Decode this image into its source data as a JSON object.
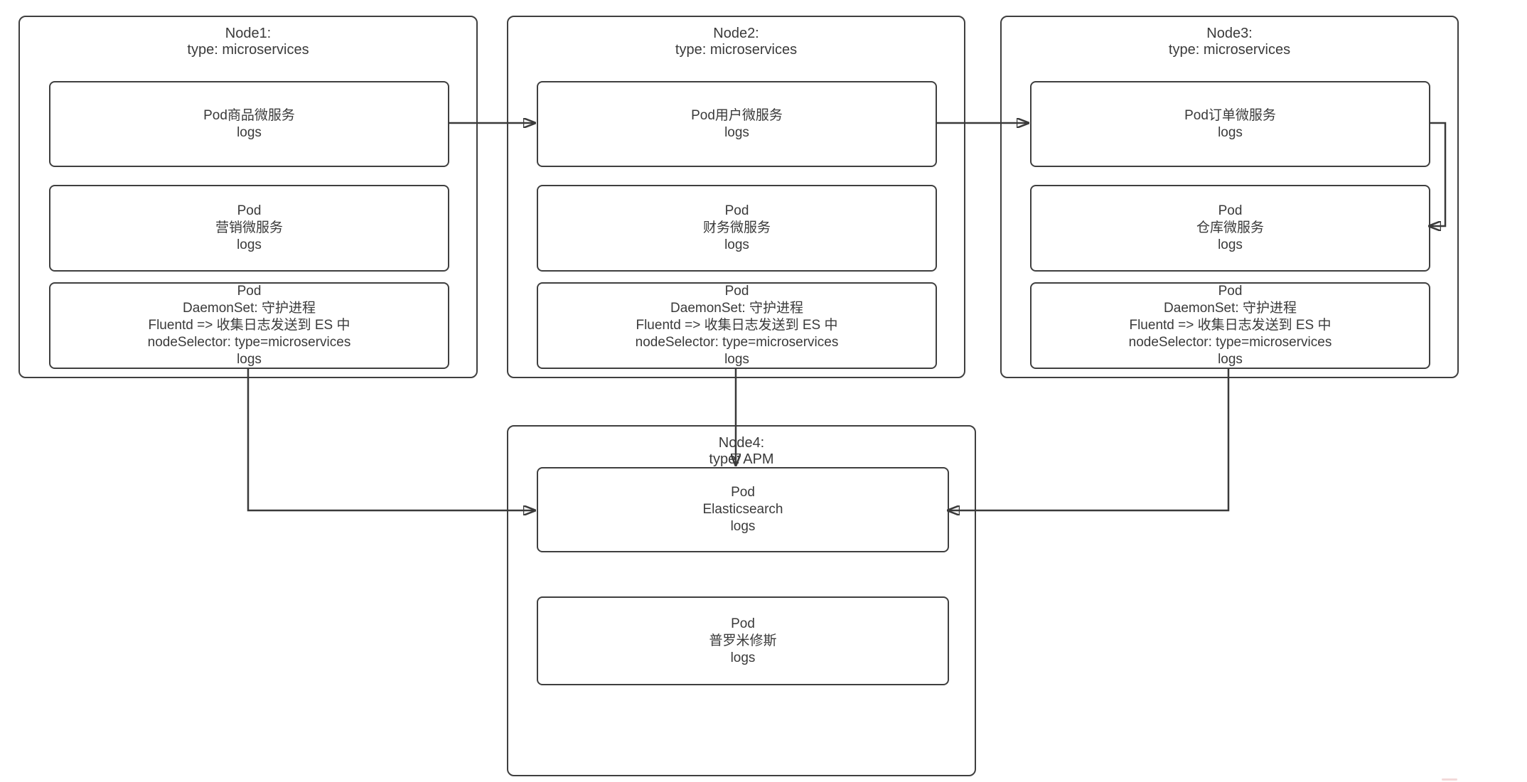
{
  "diagram": {
    "colors": {
      "line": "#3a3a3a",
      "border": "#3f3f3f",
      "background": "#ffffff"
    },
    "nodes": [
      {
        "title": [
          "Node1:",
          "type: microservices"
        ],
        "pods": [
          {
            "lines": [
              "Pod商品微服务",
              "logs"
            ]
          },
          {
            "lines": [
              "Pod",
              "营销微服务",
              "logs"
            ]
          },
          {
            "lines": [
              "Pod",
              "DaemonSet: 守护进程",
              "Fluentd => 收集日志发送到 ES 中",
              "nodeSelector: type=microservices",
              "logs"
            ]
          }
        ]
      },
      {
        "title": [
          "Node2:",
          "type: microservices"
        ],
        "pods": [
          {
            "lines": [
              "Pod用户微服务",
              "logs"
            ]
          },
          {
            "lines": [
              "Pod",
              "财务微服务",
              "logs"
            ]
          },
          {
            "lines": [
              "Pod",
              "DaemonSet: 守护进程",
              "Fluentd => 收集日志发送到 ES 中",
              "nodeSelector: type=microservices",
              "logs"
            ]
          }
        ]
      },
      {
        "title": [
          "Node3:",
          "type: microservices"
        ],
        "pods": [
          {
            "lines": [
              "Pod订单微服务",
              "logs"
            ]
          },
          {
            "lines": [
              "Pod",
              "仓库微服务",
              "logs"
            ]
          },
          {
            "lines": [
              "Pod",
              "DaemonSet: 守护进程",
              "Fluentd => 收集日志发送到 ES 中",
              "nodeSelector: type=microservices",
              "logs"
            ]
          }
        ]
      },
      {
        "title": [
          "Node4:",
          "type: APM"
        ],
        "pods": [
          {
            "lines": [
              "Pod",
              "Elasticsearch",
              "logs"
            ]
          },
          {
            "lines": [
              "Pod",
              "普罗米修斯",
              "logs"
            ]
          }
        ]
      }
    ]
  }
}
